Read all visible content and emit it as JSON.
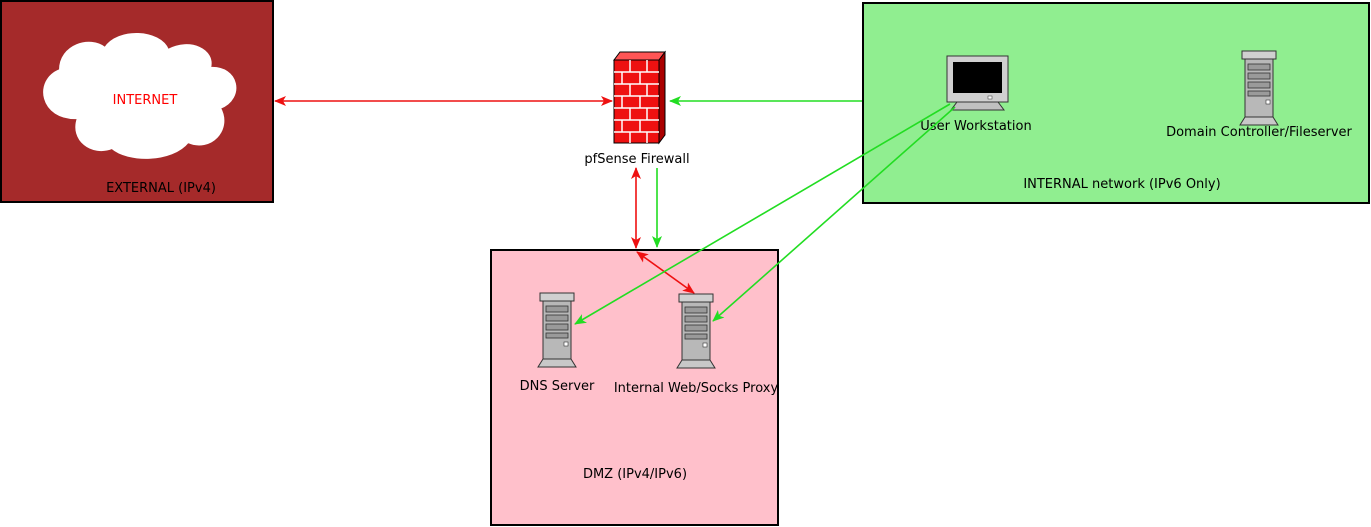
{
  "zones": {
    "external": {
      "label": "EXTERNAL (IPv4)",
      "fill": "#a52a2a"
    },
    "internal": {
      "label": "INTERNAL network (IPv6 Only)",
      "fill": "#90ee90"
    },
    "dmz": {
      "label": "DMZ (IPv4/IPv6)",
      "fill": "#ffc0cb"
    }
  },
  "cloud": {
    "label": "INTERNET",
    "label_color": "#ff0000"
  },
  "nodes": {
    "firewall": {
      "label": "pfSense Firewall",
      "icon": "brick-firewall-icon"
    },
    "workstation": {
      "label": "User Workstation",
      "icon": "monitor-icon"
    },
    "domain_controller": {
      "label": "Domain Controller/Fileserver",
      "icon": "server-tower-icon"
    },
    "dns_server": {
      "label": "DNS Server",
      "icon": "server-tower-icon"
    },
    "proxy": {
      "label": "Internal Web/Socks Proxy",
      "icon": "server-tower-icon"
    }
  },
  "colors": {
    "ipv4_link": "#ee1111",
    "ipv6_link": "#22dd22"
  }
}
